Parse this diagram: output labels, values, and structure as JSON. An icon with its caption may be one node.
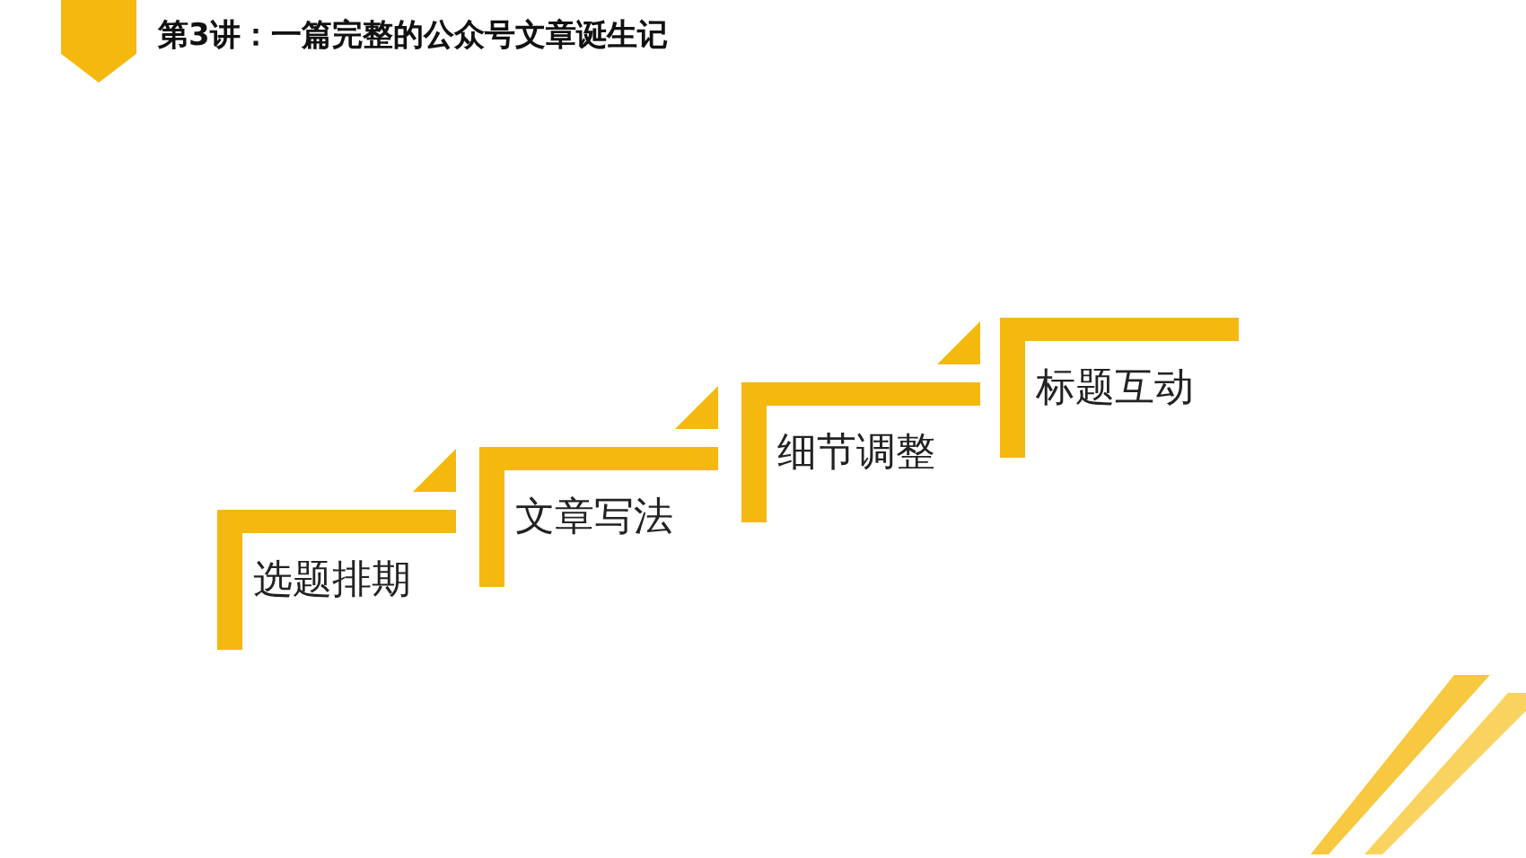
{
  "diagram": {
    "title": "第3讲：一篇完整的公众号文章诞生记",
    "nodes": [
      {
        "text": [
          "选题排期"
        ]
      },
      {
        "text": [
          "文章写法"
        ]
      },
      {
        "text": [
          "细节调整"
        ]
      },
      {
        "text": [
          "标题互动"
        ]
      }
    ]
  }
}
